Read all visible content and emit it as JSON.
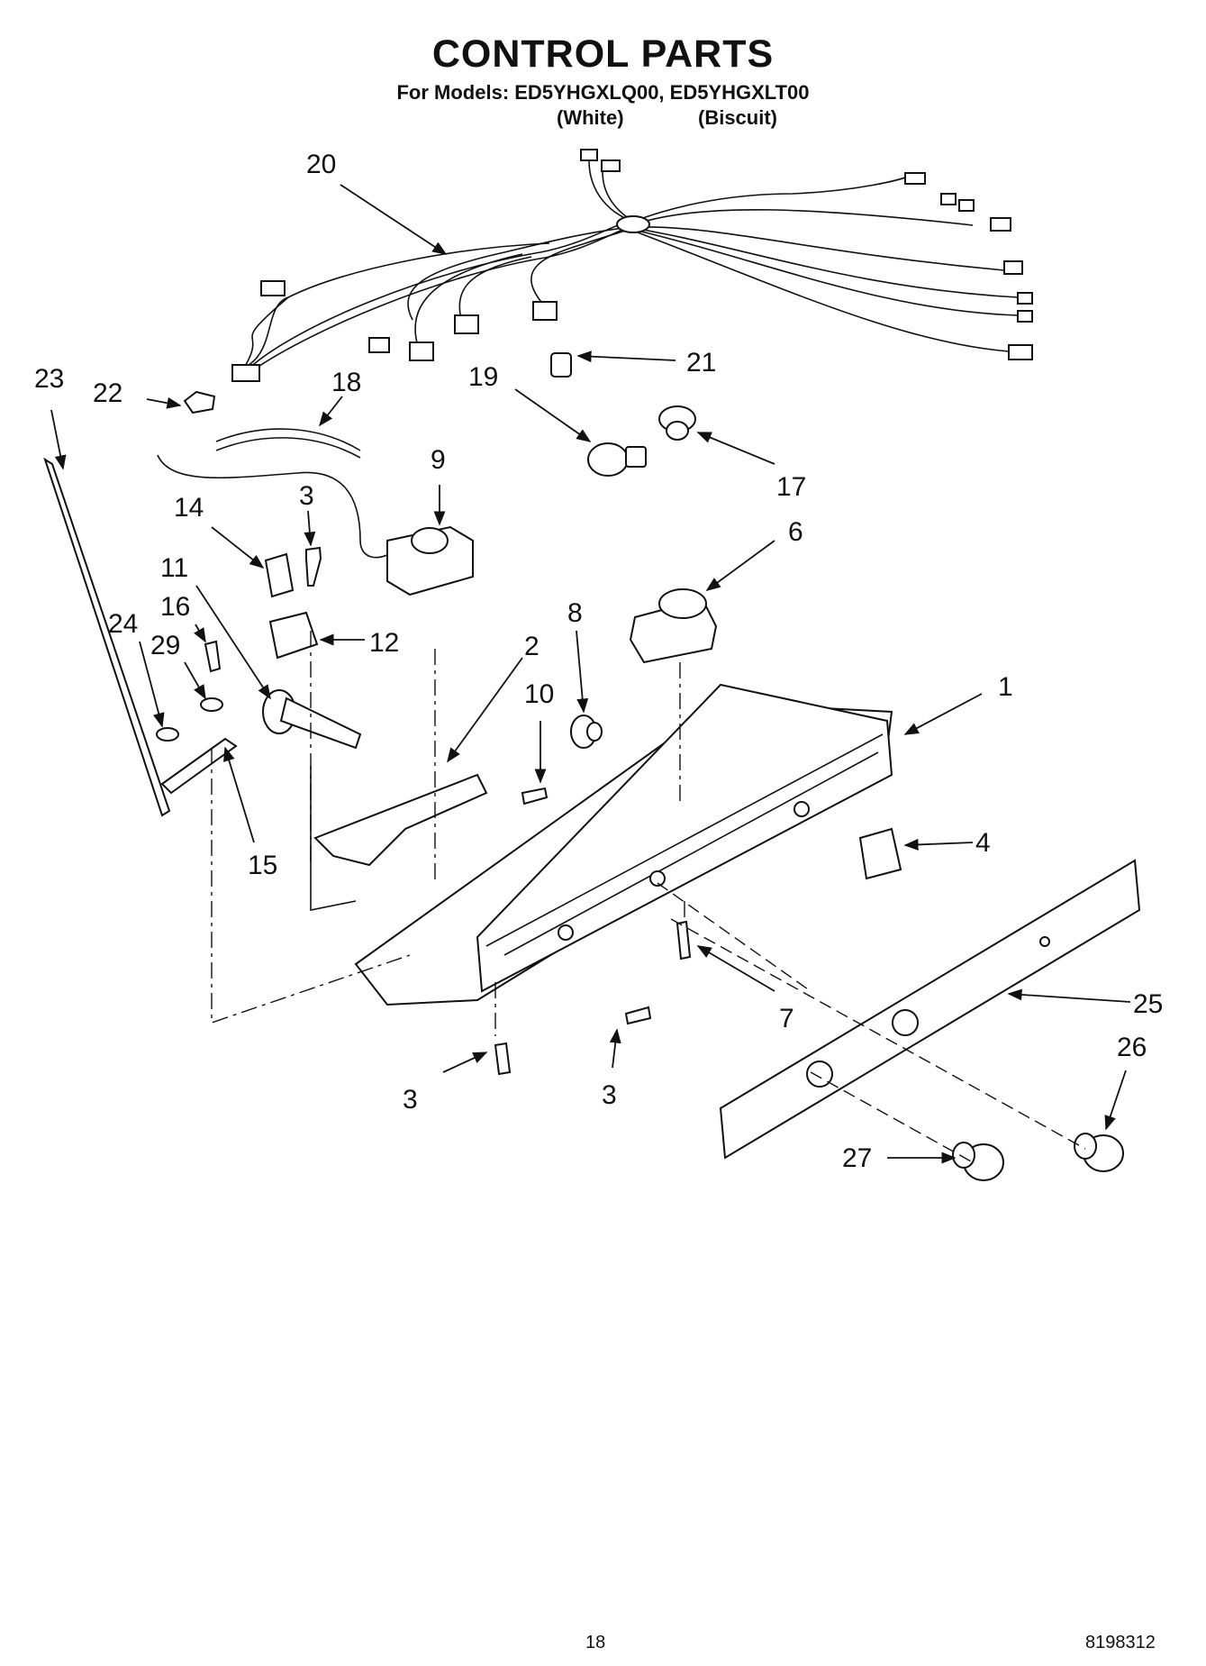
{
  "header": {
    "title": "CONTROL PARTS",
    "models_line": "For Models: ED5YHGXLQ00, ED5YHGXLT00",
    "variant_white": "(White)",
    "variant_biscuit": "(Biscuit)"
  },
  "callouts": {
    "p1": "1",
    "p2": "2",
    "p3a": "3",
    "p3b": "3",
    "p3c": "3",
    "p4": "4",
    "p6": "6",
    "p7": "7",
    "p8": "8",
    "p9": "9",
    "p10": "10",
    "p11": "11",
    "p12": "12",
    "p14": "14",
    "p15": "15",
    "p16": "16",
    "p17": "17",
    "p18": "18",
    "p19": "19",
    "p20": "20",
    "p21": "21",
    "p22": "22",
    "p23": "23",
    "p24": "24",
    "p25": "25",
    "p26": "26",
    "p27": "27",
    "p29": "29"
  },
  "footer": {
    "page_number": "18",
    "doc_number": "8198312"
  }
}
